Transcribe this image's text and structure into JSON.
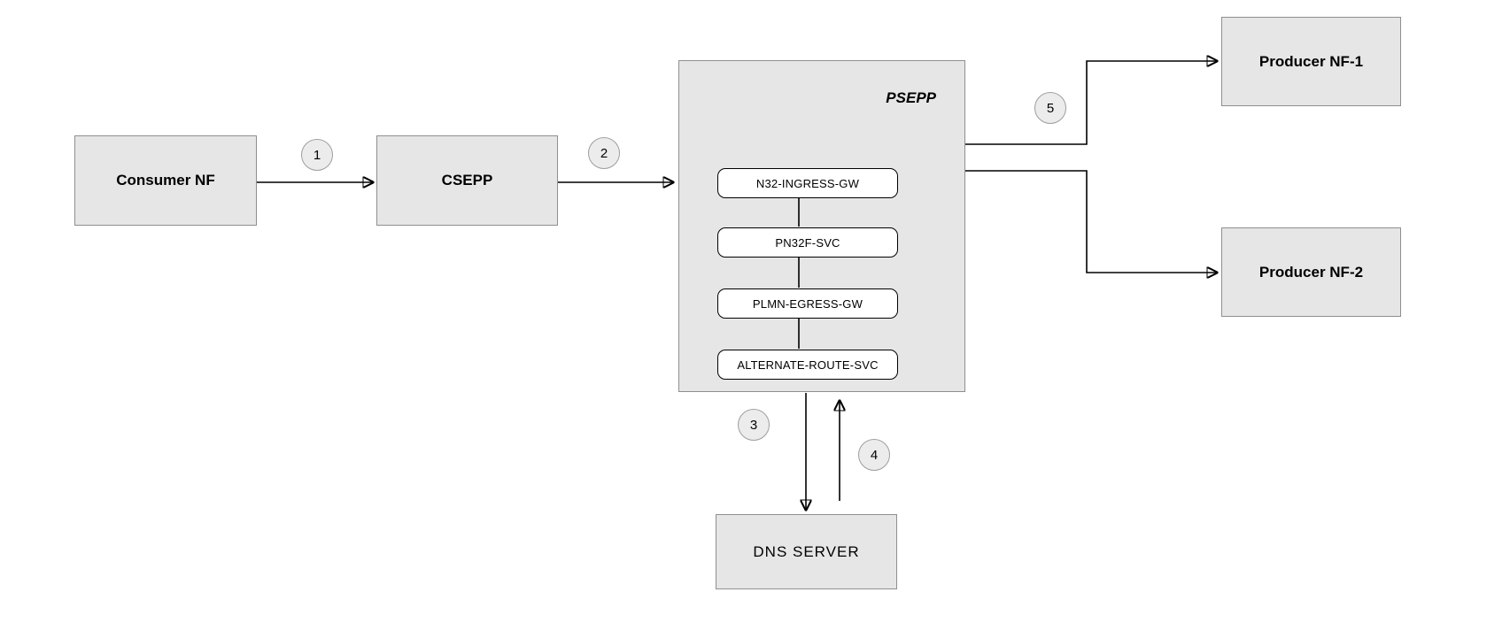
{
  "diagram": {
    "type": "network-flow-diagram",
    "nodes": {
      "consumer": {
        "label": "Consumer NF"
      },
      "csepp": {
        "label": "CSEPP"
      },
      "psepp": {
        "label": "PSEPP",
        "children": [
          "N32-INGRESS-GW",
          "PN32F-SVC",
          "PLMN-EGRESS-GW",
          "ALTERNATE-ROUTE-SVC"
        ]
      },
      "producer1": {
        "label": "Producer NF-1"
      },
      "producer2": {
        "label": "Producer NF-2"
      },
      "dns": {
        "label": "DNS SERVER"
      }
    },
    "step_badges": [
      "1",
      "2",
      "3",
      "4",
      "5"
    ],
    "edges": [
      {
        "from": "consumer",
        "to": "csepp",
        "badge": "1"
      },
      {
        "from": "csepp",
        "to": "psepp",
        "badge": "2"
      },
      {
        "from": "psepp",
        "to": "dns",
        "badge": "3"
      },
      {
        "from": "dns",
        "to": "psepp",
        "badge": "4"
      },
      {
        "from": "psepp",
        "to": "producer1",
        "badge": "5"
      },
      {
        "from": "psepp",
        "to": "producer2",
        "badge": ""
      }
    ],
    "colors": {
      "node_fill": "#e6e6e6",
      "node_border": "#8f8f8f",
      "inner_node_fill": "#ffffff",
      "inner_node_border": "#000000",
      "badge_fill": "#ececec",
      "badge_border": "#9e9e9e",
      "arrow": "#000000",
      "text": "#000000",
      "background": "#ffffff"
    }
  }
}
